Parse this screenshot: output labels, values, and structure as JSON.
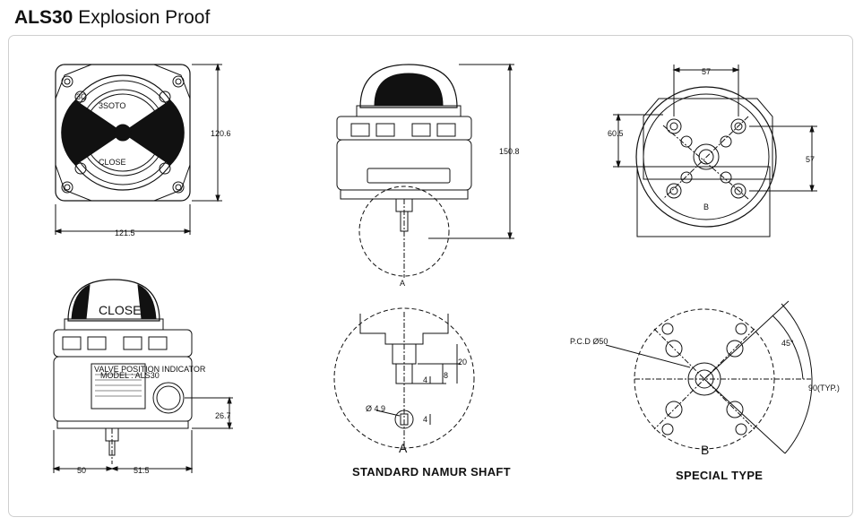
{
  "header": {
    "title_bold": "ALS30",
    "title_rest": "Explosion Proof"
  },
  "top_view": {
    "width_dim": "121.5",
    "height_dim": "120.6",
    "ring_text_top": "3SOTO",
    "ring_text_bottom": "CLOSE",
    "corner_mark": "3C"
  },
  "side_view": {
    "height_dim": "150.8",
    "section_label": "A"
  },
  "bottom_view": {
    "dim_horizontal": "57",
    "dim_vertical_left": "60.5",
    "dim_vertical_right": "57",
    "section_label": "B"
  },
  "front_view": {
    "dome_text": "CLOSE",
    "dim_left": "50",
    "dim_right": "51.5",
    "dim_port": "26.7",
    "nameplate_title": "VALVE POSITION INDICATOR",
    "nameplate_model": "MODEL : ALS30"
  },
  "detail_a": {
    "label": "A",
    "caption": "STANDARD NAMUR SHAFT",
    "dim_dia": "Ø 4.9",
    "dim_1": "20",
    "dim_2": "8",
    "dim_3": "4",
    "dim_4": "4"
  },
  "detail_b": {
    "label": "B",
    "caption": "SPECIAL TYPE",
    "dim_pcd": "P.C.D Ø50",
    "dim_angle_1": "45°",
    "dim_angle_2": "90(TYP.)"
  }
}
